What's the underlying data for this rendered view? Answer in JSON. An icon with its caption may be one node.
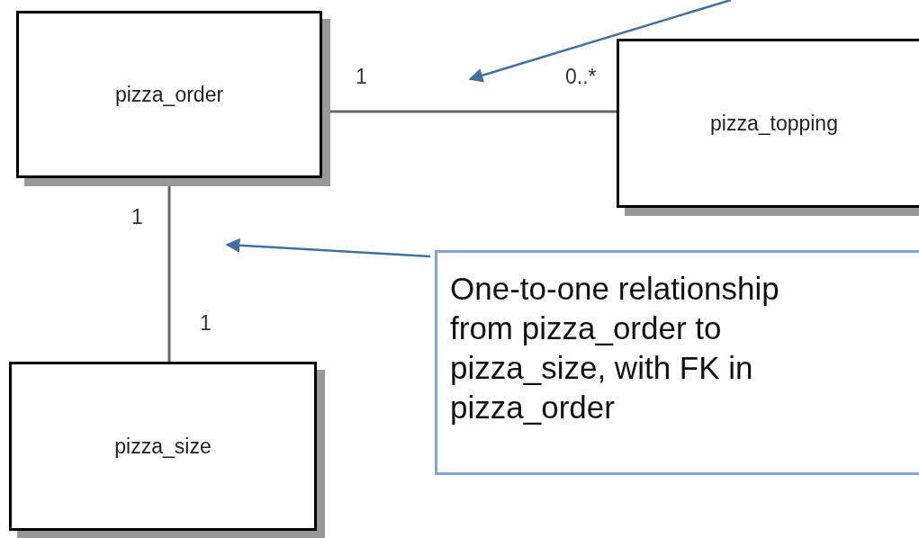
{
  "diagram": {
    "nodes": [
      {
        "text": [
          "pizza_order"
        ]
      },
      {
        "text": [
          "pizza_topping"
        ]
      },
      {
        "text": [
          "pizza_size"
        ]
      },
      {
        "text": [
          "One-to-one relationship from pizza_order to pizza_size, with FK in pizza_order"
        ]
      }
    ],
    "edges": [
      {
        "from": 0,
        "to": 1,
        "arrow": "none"
      },
      {
        "from": 0,
        "to": 2,
        "arrow": "none"
      },
      {
        "from": 3,
        "to": null,
        "arrow": "to",
        "color": "#41719c"
      }
    ],
    "labels": [
      "1",
      "0..*",
      "1",
      "1"
    ]
  }
}
